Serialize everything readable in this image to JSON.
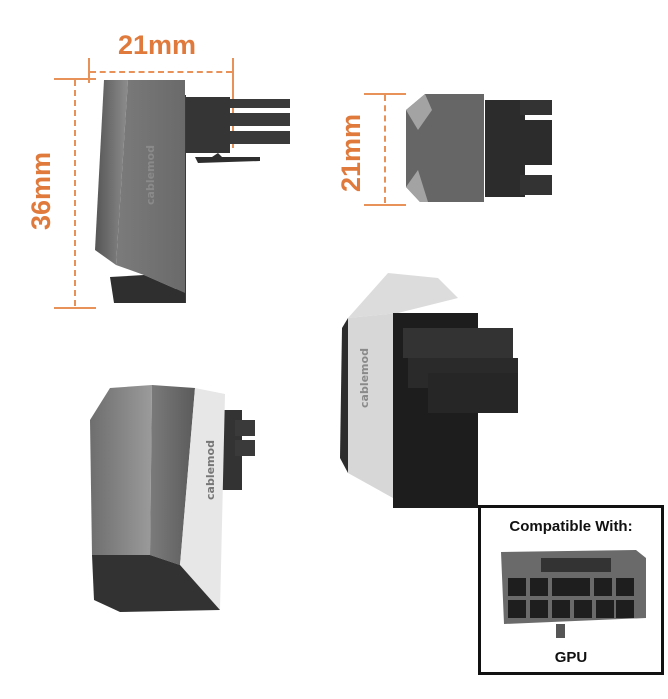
{
  "dimensions": {
    "side_width": "21mm",
    "side_height": "36mm",
    "front_height": "21mm",
    "accent_color": "#e07a3c"
  },
  "product": {
    "brand_label": "cablemod",
    "views": [
      "side-view",
      "front-view",
      "isometric-rear-view",
      "isometric-front-view"
    ]
  },
  "compatibility": {
    "title": "Compatible With:",
    "device": "GPU"
  }
}
